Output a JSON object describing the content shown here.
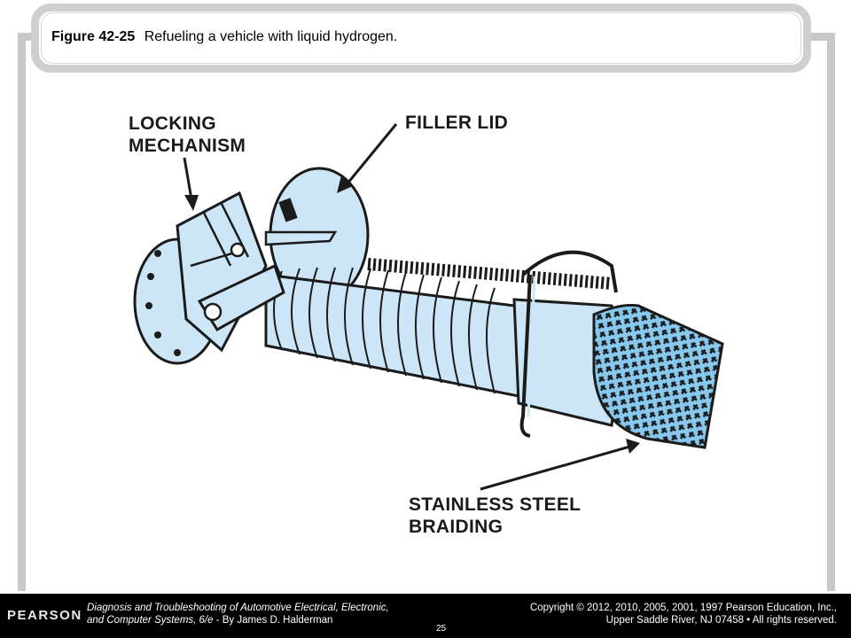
{
  "slide": {
    "figure_number": "Figure 42-25",
    "caption": "Refueling a vehicle with liquid hydrogen."
  },
  "diagram": {
    "labels": {
      "locking_mechanism_line1": "LOCKING",
      "locking_mechanism_line2": "MECHANISM",
      "filler_lid": "FILLER LID",
      "braiding_line1": "STAINLESS STEEL",
      "braiding_line2": "BRAIDING"
    },
    "colors": {
      "part_fill": "#cde6f7",
      "outline": "#1b1b1b",
      "braid_fill": "#86c8ee"
    }
  },
  "footer": {
    "logo": "PEARSON",
    "book_line1": "Diagnosis and Troubleshooting of Automotive Electrical, Electronic,",
    "book_line2_italic": "and Computer Systems, 6/e",
    "book_line2_rest": " - By James D. Halderman",
    "copyright_line1": "Copyright © 2012, 2010, 2005, 2001, 1997 Pearson Education, Inc.,",
    "copyright_line2": "Upper Saddle River, NJ 07458 • All rights reserved.",
    "page_number": "25"
  }
}
